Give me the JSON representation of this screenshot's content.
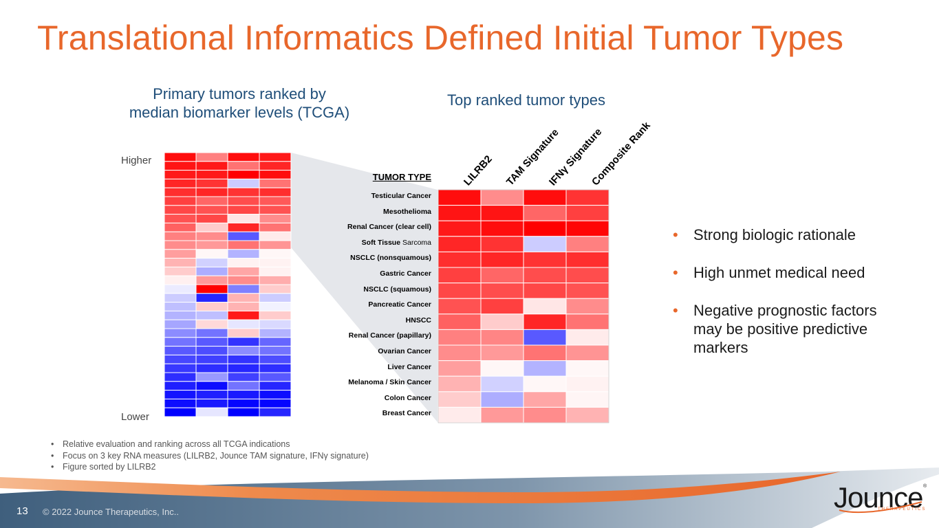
{
  "slide": {
    "title": "Translational Informatics Defined Initial Tumor Types",
    "page_number": "13",
    "copyright": "© 2022 Jounce Therapeutics, Inc..",
    "accent_color": "#e8672b",
    "heading_color": "#1f4e79"
  },
  "left_panel": {
    "heading_line1": "Primary tumors ranked by",
    "heading_line2": "median biomarker levels (TCGA)",
    "higher_label": "Higher",
    "lower_label": "Lower"
  },
  "right_panel": {
    "heading": "Top ranked tumor types",
    "tumor_type_header": "TUMOR TYPE"
  },
  "bullets": [
    "Strong biologic rationale",
    "High unmet medical need",
    "Negative prognostic factors may be positive predictive markers"
  ],
  "notes": [
    "Relative evaluation and ranking across all TCGA indications",
    "Focus on 3 key RNA measures (LILRB2, Jounce TAM signature, IFNγ signature)",
    "Figure sorted by LILRB2"
  ],
  "logo": {
    "name": "Jounce",
    "subtitle": "THERAPEUTICS",
    "mark": "®"
  },
  "chart_data": [
    {
      "type": "heatmap",
      "title": "Top ranked tumor types",
      "columns": [
        "LILRB2",
        "TAM Signature",
        "IFNγ Signature",
        "Composite Rank"
      ],
      "rows": [
        {
          "name": "Testicular Cancer",
          "bold": "Testicular Cancer",
          "rest": "",
          "values": [
            0.95,
            0.45,
            0.95,
            0.8
          ]
        },
        {
          "name": "Mesothelioma",
          "bold": "Mesothelioma",
          "rest": "",
          "values": [
            0.92,
            0.92,
            0.6,
            0.75
          ]
        },
        {
          "name": "Renal Cancer (clear cell)",
          "bold": "Renal Cancer (clear cell)",
          "rest": "",
          "values": [
            0.9,
            0.95,
            1.0,
            0.98
          ]
        },
        {
          "name": "Soft Tissue Sarcoma",
          "bold": "Soft Tissue",
          "rest": " Sarcoma",
          "values": [
            0.85,
            0.8,
            -0.2,
            0.5
          ]
        },
        {
          "name": "NSCLC (nonsquamous)",
          "bold": "NSCLC (nonsquamous)",
          "rest": "",
          "values": [
            0.82,
            0.85,
            0.8,
            0.82
          ]
        },
        {
          "name": "Gastric Cancer",
          "bold": "Gastric Cancer",
          "rest": "",
          "values": [
            0.75,
            0.6,
            0.7,
            0.7
          ]
        },
        {
          "name": "NSCLC (squamous)",
          "bold": "NSCLC (squamous)",
          "rest": "",
          "values": [
            0.72,
            0.7,
            0.72,
            0.68
          ]
        },
        {
          "name": "Pancreatic Cancer",
          "bold": "Pancreatic Cancer",
          "rest": "",
          "values": [
            0.68,
            0.75,
            0.1,
            0.45
          ]
        },
        {
          "name": "HNSCC",
          "bold": "HNSCC",
          "rest": "",
          "values": [
            0.62,
            0.2,
            0.85,
            0.55
          ]
        },
        {
          "name": "Renal Cancer (papillary)",
          "bold": "Renal Cancer (papillary)",
          "rest": "",
          "values": [
            0.5,
            0.48,
            -0.65,
            0.08
          ]
        },
        {
          "name": "Ovarian Cancer",
          "bold": "Ovarian Cancer",
          "rest": "",
          "values": [
            0.45,
            0.4,
            0.55,
            0.42
          ]
        },
        {
          "name": "Liver Cancer",
          "bold": "Liver Cancer",
          "rest": "",
          "values": [
            0.38,
            0.03,
            -0.3,
            0.03
          ]
        },
        {
          "name": "Melanoma / Skin Cancer",
          "bold": "Melanoma / Skin Cancer",
          "rest": "",
          "values": [
            0.3,
            -0.18,
            0.03,
            0.05
          ]
        },
        {
          "name": "Colon Cancer",
          "bold": "Colon Cancer",
          "rest": "",
          "values": [
            0.2,
            -0.32,
            0.35,
            0.04
          ]
        },
        {
          "name": "Breast Cancer",
          "bold": "Breast Cancer",
          "rest": "",
          "values": [
            0.08,
            0.4,
            0.45,
            0.3
          ]
        }
      ]
    },
    {
      "type": "heatmap",
      "title": "Primary tumors ranked by median biomarker levels (TCGA)",
      "y_top_label": "Higher",
      "y_bottom_label": "Lower",
      "n_columns": 4,
      "rows": [
        [
          0.95,
          0.5,
          0.95,
          0.9
        ],
        [
          0.92,
          0.9,
          0.55,
          0.85
        ],
        [
          0.9,
          0.9,
          1.0,
          0.95
        ],
        [
          0.85,
          0.8,
          -0.2,
          0.55
        ],
        [
          0.82,
          0.85,
          0.8,
          0.82
        ],
        [
          0.75,
          0.6,
          0.7,
          0.65
        ],
        [
          0.72,
          0.68,
          0.72,
          0.68
        ],
        [
          0.68,
          0.72,
          0.1,
          0.45
        ],
        [
          0.62,
          0.2,
          0.85,
          0.55
        ],
        [
          0.5,
          0.45,
          -0.65,
          0.08
        ],
        [
          0.45,
          0.4,
          0.55,
          0.42
        ],
        [
          0.38,
          0.03,
          -0.3,
          0.03
        ],
        [
          0.3,
          -0.18,
          0.05,
          0.05
        ],
        [
          0.2,
          -0.32,
          0.35,
          0.05
        ],
        [
          0.06,
          0.4,
          0.45,
          0.32
        ],
        [
          -0.08,
          1.0,
          -0.5,
          0.2
        ],
        [
          -0.2,
          -0.85,
          0.3,
          -0.2
        ],
        [
          -0.25,
          0.2,
          0.3,
          -0.05
        ],
        [
          -0.3,
          -0.25,
          0.9,
          0.2
        ],
        [
          -0.35,
          0.15,
          -0.1,
          -0.15
        ],
        [
          -0.45,
          -0.55,
          0.2,
          -0.3
        ],
        [
          -0.55,
          -0.65,
          -0.8,
          -0.6
        ],
        [
          -0.65,
          -0.7,
          -0.45,
          -0.55
        ],
        [
          -0.72,
          -0.75,
          -0.8,
          -0.7
        ],
        [
          -0.78,
          -0.82,
          -0.85,
          -0.82
        ],
        [
          -0.82,
          -0.4,
          -0.75,
          -0.65
        ],
        [
          -0.88,
          -0.95,
          -0.55,
          -0.85
        ],
        [
          -0.92,
          -0.88,
          -0.9,
          -0.95
        ],
        [
          -0.95,
          -0.9,
          -0.98,
          -0.98
        ],
        [
          -1.0,
          -0.1,
          -1.0,
          -0.85
        ]
      ]
    }
  ]
}
